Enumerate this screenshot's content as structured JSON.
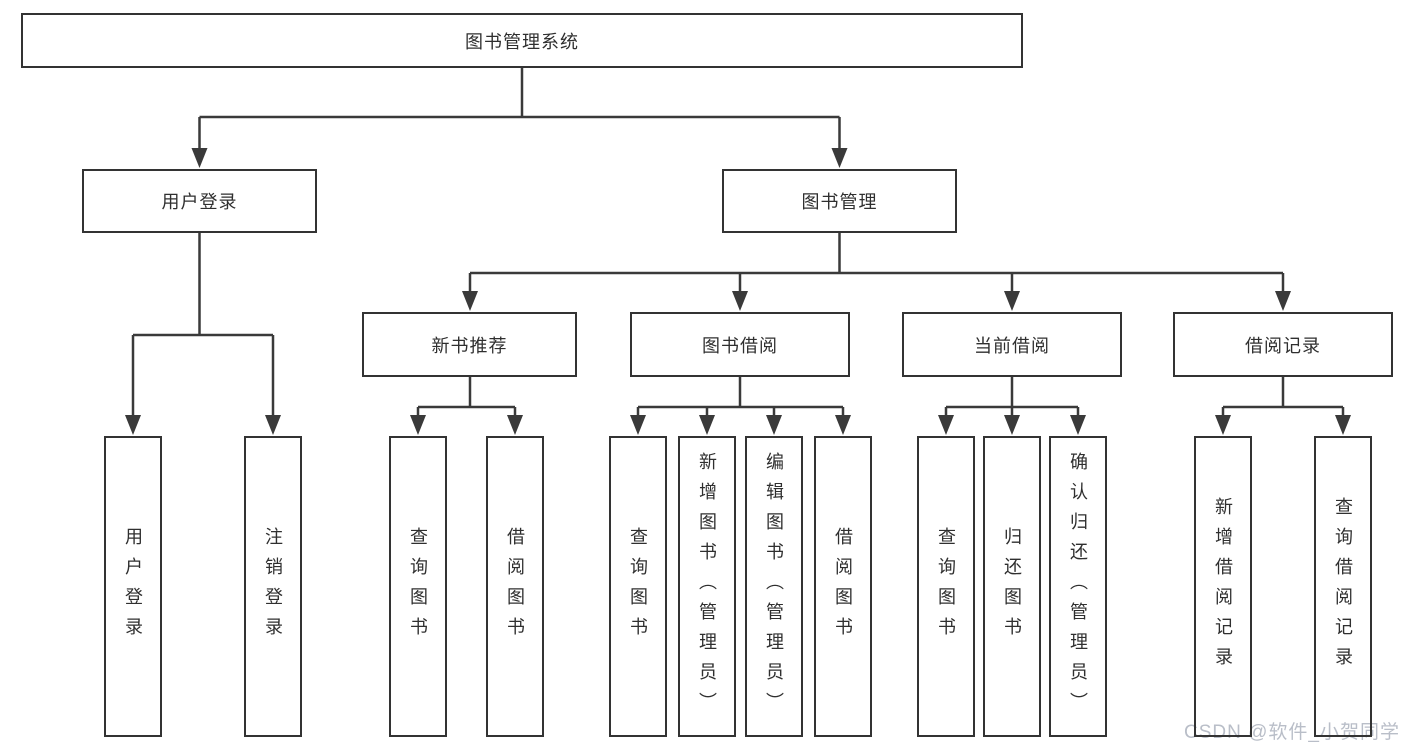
{
  "tree": {
    "root": {
      "label": "图书管理系统",
      "children": [
        {
          "label": "用户登录",
          "children": [
            {
              "label": "用户登录"
            },
            {
              "label": "注销登录"
            }
          ]
        },
        {
          "label": "图书管理",
          "children": [
            {
              "label": "新书推荐",
              "children": [
                {
                  "label": "查询图书"
                },
                {
                  "label": "借阅图书"
                }
              ]
            },
            {
              "label": "图书借阅",
              "children": [
                {
                  "label": "查询图书"
                },
                {
                  "label": "新增图书（管理员）"
                },
                {
                  "label": "编辑图书（管理员）"
                },
                {
                  "label": "借阅图书"
                }
              ]
            },
            {
              "label": "当前借阅",
              "children": [
                {
                  "label": "查询图书"
                },
                {
                  "label": "归还图书"
                },
                {
                  "label": "确认归还（管理员）"
                }
              ]
            },
            {
              "label": "借阅记录",
              "children": [
                {
                  "label": "新增借阅记录"
                },
                {
                  "label": "查询借阅记录"
                }
              ]
            }
          ]
        }
      ]
    }
  },
  "watermark": {
    "text": "CSDN @软件_小贺同学"
  },
  "colors": {
    "line": "#3a3a3a",
    "border": "#333333",
    "text": "#2f2f2f",
    "background": "#ffffff",
    "watermark": "#b9bec8"
  }
}
